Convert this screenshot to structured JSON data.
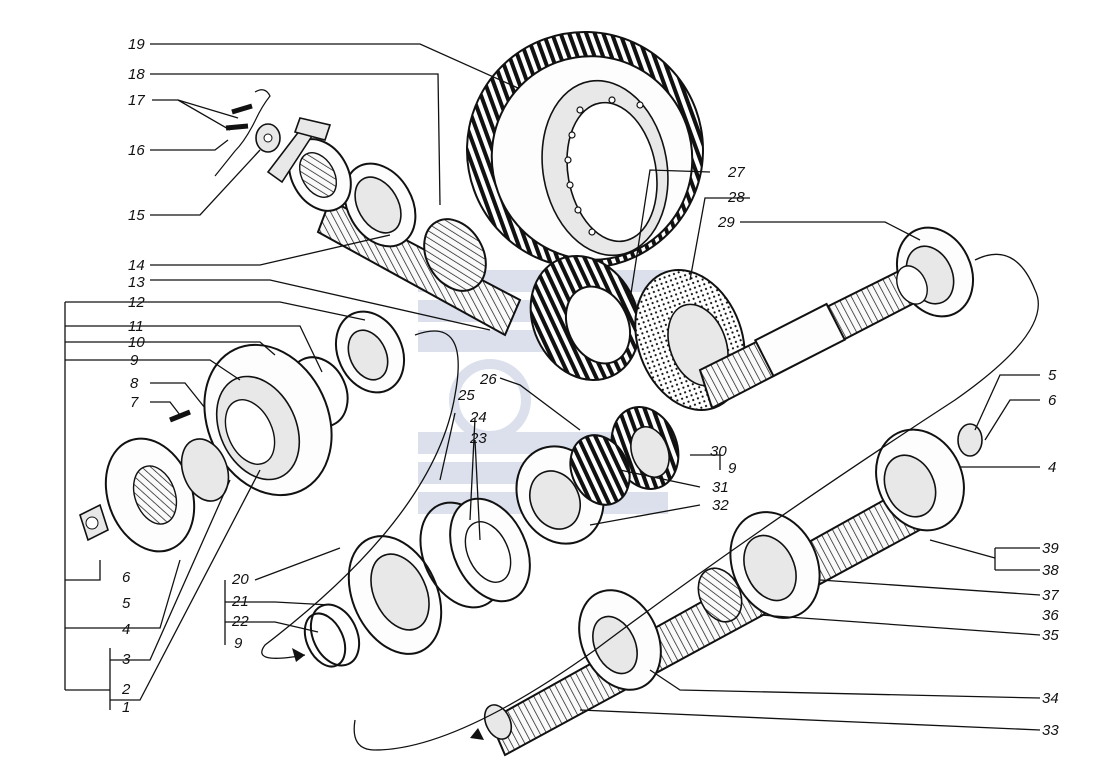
{
  "labels": {
    "l1": "1",
    "l2": "2",
    "l3": "3",
    "l4_left": "4",
    "l4_right": "4",
    "l5_left": "5",
    "l5_right": "5",
    "l6_left": "6",
    "l6_right": "6",
    "l7": "7",
    "l8": "8",
    "l9_a": "9",
    "l9_b": "9",
    "l9_c": "9",
    "l10": "10",
    "l11": "11",
    "l12": "12",
    "l13": "13",
    "l14": "14",
    "l15": "15",
    "l16": "16",
    "l17": "17",
    "l18": "18",
    "l19": "19",
    "l20": "20",
    "l21": "21",
    "l22": "22",
    "l23": "23",
    "l24": "24",
    "l25": "25",
    "l26": "26",
    "l27": "27",
    "l28": "28",
    "l29": "29",
    "l30": "30",
    "l31": "31",
    "l32": "32",
    "l33": "33",
    "l34": "34",
    "l35": "35",
    "l36": "36",
    "l37": "37",
    "l38": "38",
    "l39": "39"
  }
}
